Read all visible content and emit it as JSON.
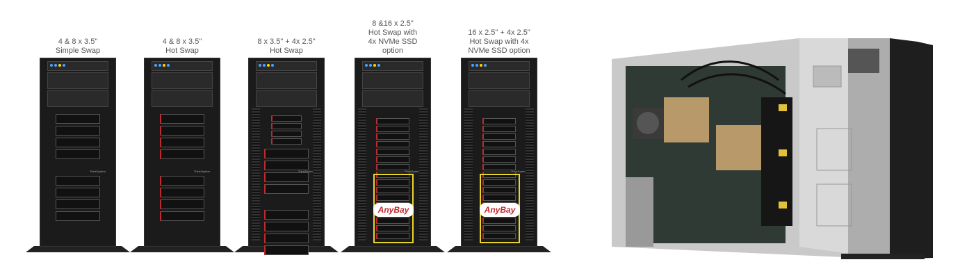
{
  "configurations": [
    {
      "label": "4 & 8 x 3.5\"\nSimple Swap",
      "style": "simple35",
      "anybay": false
    },
    {
      "label": "4 & 8 x 3.5\"\nHot Swap",
      "style": "hot35",
      "anybay": false
    },
    {
      "label": "8 x 3.5\" + 4x 2.5\"\nHot Swap",
      "style": "mixed",
      "anybay": false
    },
    {
      "label": "8 &16 x 2.5\"\nHot Swap with\n4x NVMe SSD\noption",
      "style": "sff",
      "anybay": true
    },
    {
      "label": "16 x 2.5\" + 4x 2.5\"\nHot Swap with 4x\nNVMe SSD option",
      "style": "sff",
      "anybay": true
    }
  ],
  "anybay_logo": "AnyBay",
  "brand_text": "ThinkSystem",
  "colors": {
    "accent": "#c0282d",
    "anybay_frame": "#e8d62a",
    "chassis": "#1b1b1b"
  }
}
